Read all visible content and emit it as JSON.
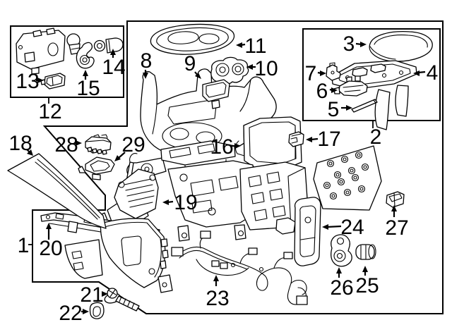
{
  "figure": {
    "type": "exploded-parts-diagram",
    "subject": "vehicle center console assembly",
    "background_color": "#ffffff",
    "line_color": "#000000",
    "callouts": [
      "1",
      "2",
      "3",
      "4",
      "5",
      "6",
      "7",
      "8",
      "9",
      "10",
      "11",
      "12",
      "13",
      "14",
      "15",
      "16",
      "17",
      "18",
      "19",
      "20",
      "21",
      "22",
      "23",
      "24",
      "25",
      "26",
      "27",
      "28",
      "29"
    ]
  }
}
